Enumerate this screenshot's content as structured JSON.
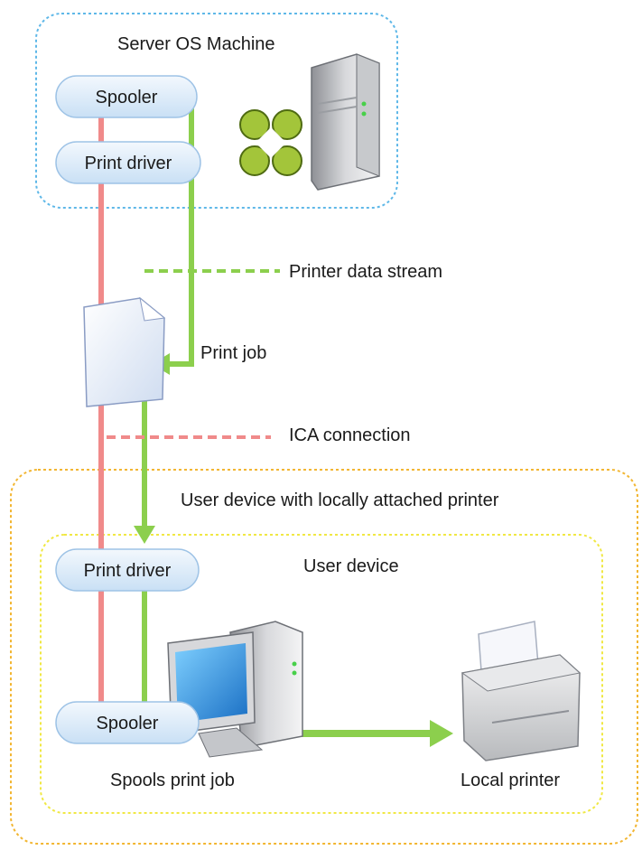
{
  "server": {
    "title": "Server OS Machine",
    "spooler_label": "Spooler",
    "print_driver_label": "Print driver"
  },
  "legend": {
    "printer_data_stream": "Printer data stream",
    "ica_connection": "ICA connection"
  },
  "print_job_label": "Print job",
  "user_device_outer": {
    "title": "User device with locally attached printer"
  },
  "user_device": {
    "title": "User device",
    "print_driver_label": "Print driver",
    "spooler_label": "Spooler",
    "spooler_caption": "Spools print job",
    "local_printer_caption": "Local printer"
  },
  "colors": {
    "data_stream": "#8ccf4d",
    "ica": "#f08a8a",
    "server_border": "#5fb8e8",
    "outer_border": "#f2b632",
    "inner_border": "#f0e844",
    "pill_fill": "#dcebf8",
    "pill_stroke": "#9ec3e6"
  },
  "icons": [
    "server-tower-icon",
    "citrix-logo-icon",
    "document-icon",
    "desktop-computer-icon",
    "printer-icon"
  ]
}
